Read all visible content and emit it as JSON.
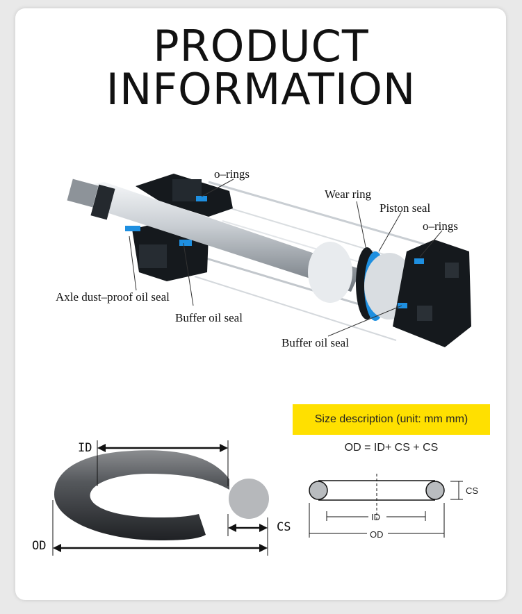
{
  "title": {
    "line1": "PRODUCT",
    "line2": "INFORMATION"
  },
  "cylinder_labels": {
    "o_rings_top": "o–rings",
    "wear_ring": "Wear ring",
    "piston_seal": "Piston seal",
    "o_rings_right": "o–rings",
    "axle_dust_proof": "Axle dust–proof oil seal",
    "buffer_oil_seal_left": "Buffer oil seal",
    "buffer_oil_seal_right": "Buffer oil seal"
  },
  "ring_dims": {
    "id": "ID",
    "od": "OD",
    "cs": "CS"
  },
  "size_description": "Size description (unit: mm mm)",
  "formula": "OD = ID+ CS + CS",
  "section_dims": {
    "cs": "CS",
    "id": "ID",
    "od": "OD"
  },
  "colors": {
    "accent_yellow": "#ffe000",
    "seal_blue": "#1e8fe0",
    "block_dark": "#15191d"
  }
}
